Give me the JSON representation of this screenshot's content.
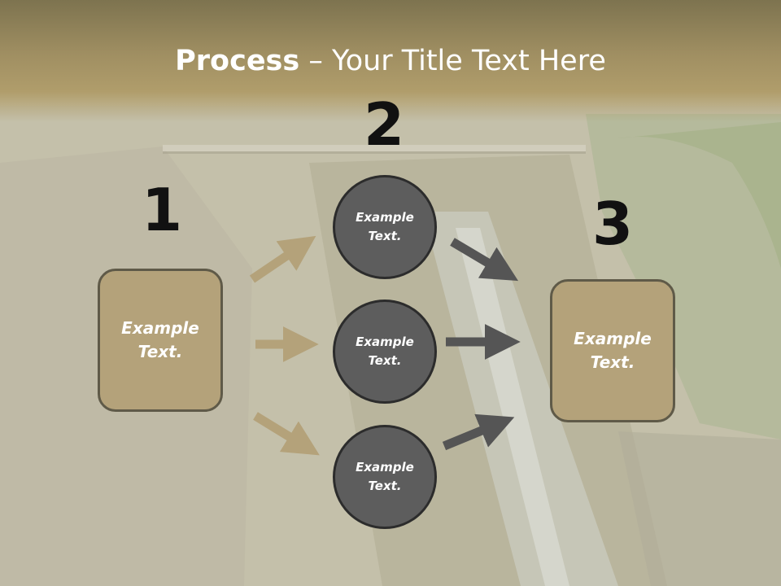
{
  "title": {
    "bold": "Process",
    "rest": " – Your Title Text Here"
  },
  "steps": {
    "one": {
      "number": "1",
      "box_text": "Example\nText."
    },
    "two": {
      "number": "2",
      "circles": [
        {
          "text": "Example\nText."
        },
        {
          "text": "Example\nText."
        },
        {
          "text": "Example\nText."
        }
      ]
    },
    "three": {
      "number": "3",
      "box_text": "Example\nText."
    }
  },
  "colors": {
    "title_band": "#a08f62",
    "box_fill": "#b4a27a",
    "circle_fill": "#5d5d5d",
    "arrow_tan": "#b4a27a",
    "arrow_dark": "#555555"
  },
  "background": {
    "image": "dam-spillway-photo"
  }
}
